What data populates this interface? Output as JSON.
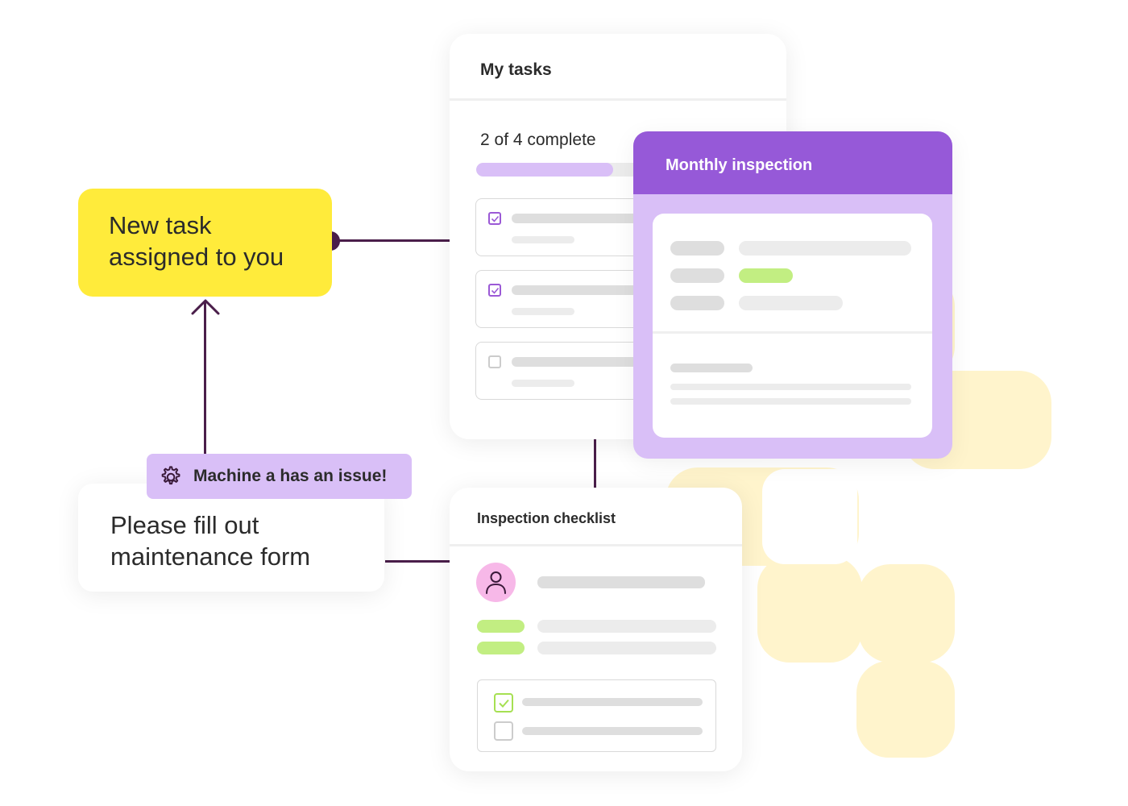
{
  "notification": {
    "line1": "New task",
    "line2": "assigned to you"
  },
  "alert": {
    "icon": "gear-icon",
    "text": "Machine a has an issue!"
  },
  "request": {
    "line1": "Please fill out",
    "line2": "maintenance form"
  },
  "my_tasks": {
    "title": "My tasks",
    "progress_text": "2 of 4 complete",
    "progress": 0.5,
    "items": [
      {
        "checked": true
      },
      {
        "checked": true
      },
      {
        "checked": false
      }
    ]
  },
  "monthly_inspection": {
    "title": "Monthly inspection"
  },
  "inspection_checklist": {
    "title": "Inspection checklist",
    "avatar_icon": "user-icon"
  },
  "colors": {
    "accent_purple": "#9659d8",
    "light_purple": "#d9bff7",
    "yellow": "#ffeb3b",
    "connector": "#4a1e4a",
    "green": "#c2ee82",
    "pink": "#f7b8e8"
  }
}
